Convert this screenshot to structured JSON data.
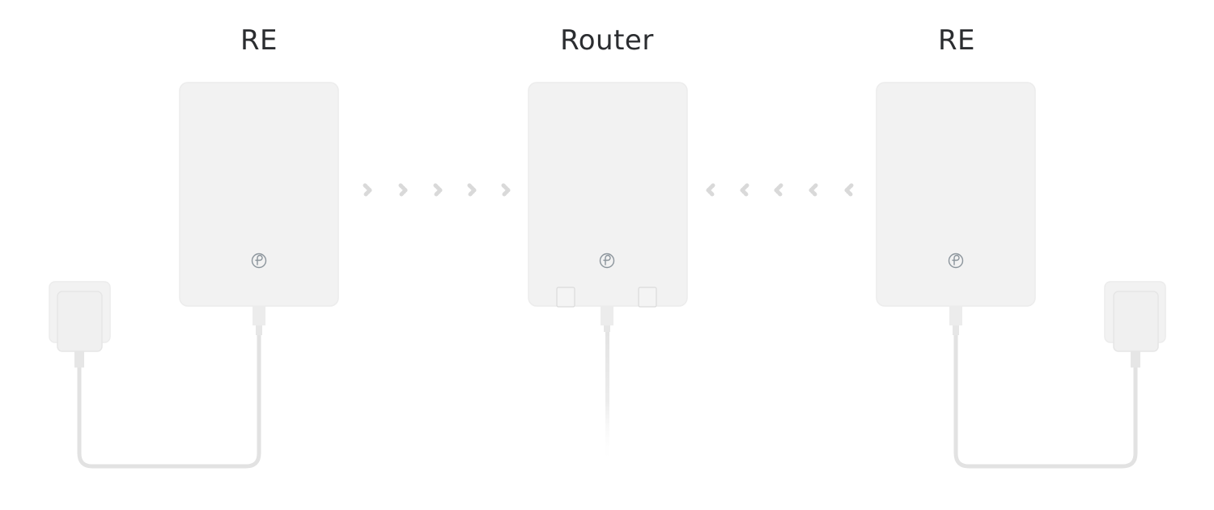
{
  "diagram": {
    "devices": [
      {
        "id": "re-left",
        "label": "RE",
        "role": "range-extender",
        "connection": "power-adapter"
      },
      {
        "id": "router",
        "label": "Router",
        "role": "router",
        "connection": "cable"
      },
      {
        "id": "re-right",
        "label": "RE",
        "role": "range-extender",
        "connection": "power-adapter"
      }
    ],
    "flows": [
      {
        "from": "re-left",
        "to": "router",
        "direction": "right",
        "chevrons": 5
      },
      {
        "from": "re-right",
        "to": "router",
        "direction": "left",
        "chevrons": 5
      }
    ],
    "colors": {
      "device_fill": "#f2f2f2",
      "device_stroke": "#ececec",
      "cable": "#e2e2e2",
      "chevron": "#d9d9d9",
      "logo": "#8c959c",
      "label": "#2b2d30"
    },
    "icons": {
      "logo": "tp-link-logo-icon",
      "chevron_right": "chevron-right-icon",
      "chevron_left": "chevron-left-icon"
    }
  }
}
